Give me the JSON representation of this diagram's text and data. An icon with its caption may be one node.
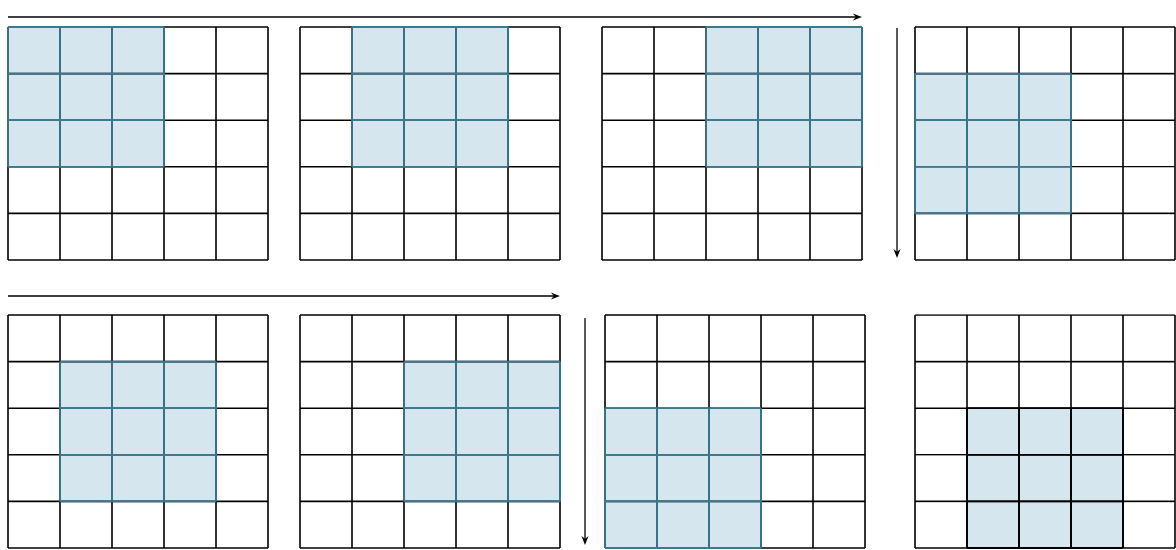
{
  "diagram": {
    "nodes": [
      {
        "text": [],
        "shape": "grid"
      },
      {
        "text": [],
        "shape": "grid"
      },
      {
        "text": [],
        "shape": "grid"
      },
      {
        "text": [],
        "shape": "grid"
      },
      {
        "text": [],
        "shape": "grid"
      },
      {
        "text": [],
        "shape": "grid"
      },
      {
        "text": [],
        "shape": "grid"
      },
      {
        "text": [],
        "shape": "grid"
      }
    ]
  }
}
